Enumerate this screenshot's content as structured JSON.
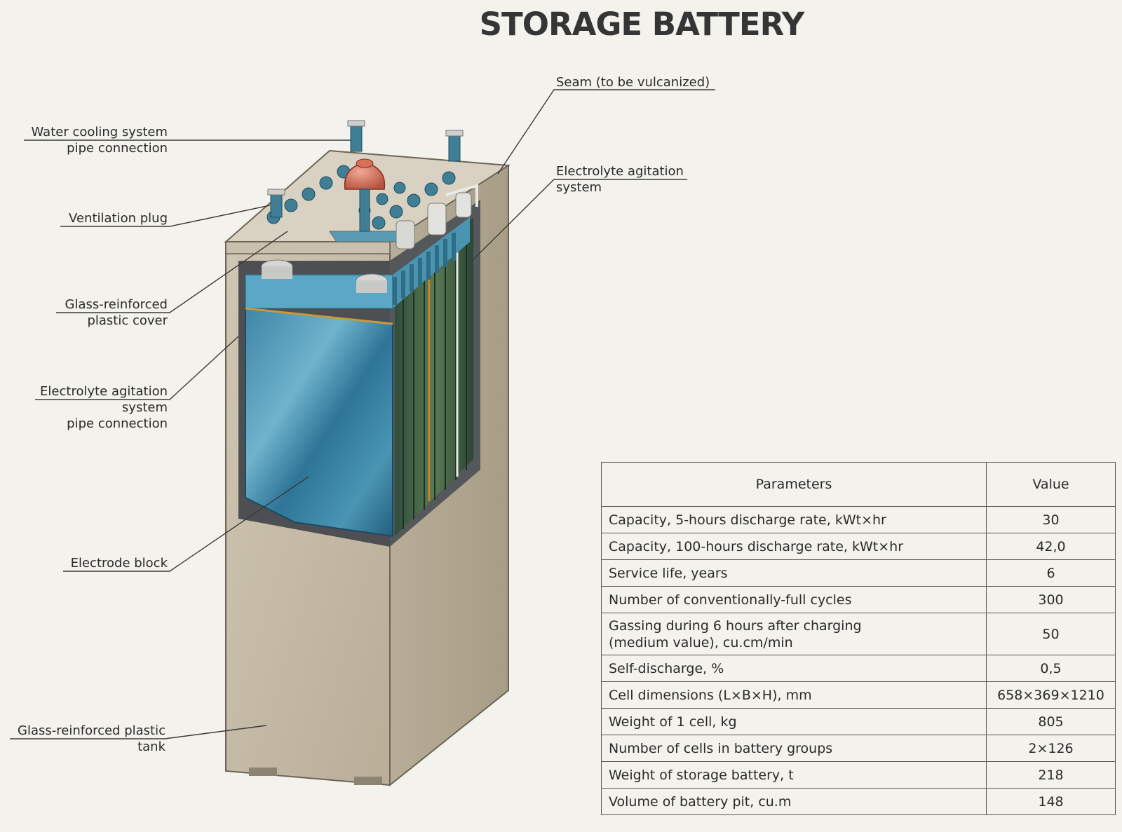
{
  "title": "STORAGE BATTERY",
  "callouts": {
    "water_cooling": [
      "Water cooling system",
      "pipe connection"
    ],
    "ventilation_plug": [
      "Ventilation plug"
    ],
    "cover": [
      "Glass-reinforced",
      "plastic cover"
    ],
    "agitation_pipe": [
      "Electrolyte agitation",
      "system",
      "pipe connection"
    ],
    "electrode_block": [
      "Electrode block"
    ],
    "tank": [
      "Glass-reinforced plastic",
      "tank"
    ],
    "seam": [
      "Seam (to be vulcanized)"
    ],
    "agitation_system": [
      "Electrolyte agitation",
      "system"
    ]
  },
  "table": {
    "headers": [
      "Parameters",
      "Value"
    ],
    "rows": [
      {
        "param": "Capacity, 5-hours discharge rate, kWt×hr",
        "value": "30"
      },
      {
        "param": "Capacity, 100-hours discharge rate, kWt×hr",
        "value": "42,0"
      },
      {
        "param": "Service life, years",
        "value": "6"
      },
      {
        "param": "Number of conventionally-full cycles",
        "value": "300"
      },
      {
        "param": "Gassing during 6 hours after charging (medium value), cu.cm/min",
        "param_lines": [
          "Gassing during 6 hours after charging",
          "(medium value), cu.cm/min"
        ],
        "value": "50"
      },
      {
        "param": "Self-discharge, %",
        "value": "0,5"
      },
      {
        "param": "Cell dimensions (L×B×H), mm",
        "value": "658×369×1210"
      },
      {
        "param": "Weight of 1 cell, kg",
        "value": "805"
      },
      {
        "param": "Number of cells in battery groups",
        "value": "2×126"
      },
      {
        "param": "Weight of storage battery, t",
        "value": "218"
      },
      {
        "param": "Volume of battery pit, cu.m",
        "value": "148"
      }
    ]
  }
}
